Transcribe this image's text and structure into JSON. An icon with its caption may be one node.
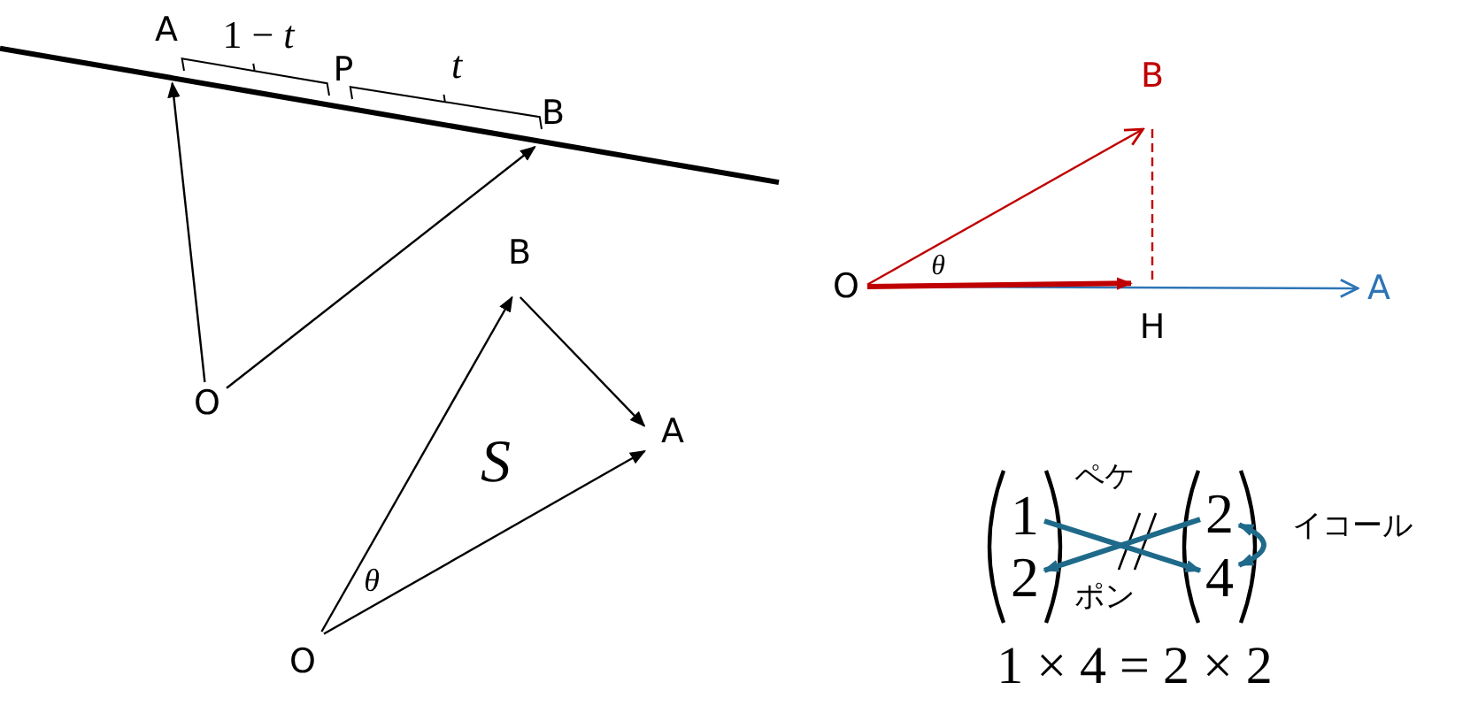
{
  "diagram": {
    "nodes": [
      {
        "text": [
          "A"
        ]
      },
      {
        "text": [
          "B"
        ]
      },
      {
        "text": [
          "O"
        ]
      },
      {
        "text": [
          "B"
        ]
      },
      {
        "text": [
          "A"
        ]
      },
      {
        "text": [
          "O"
        ]
      },
      {
        "text": [
          "B"
        ]
      },
      {
        "text": [
          "O"
        ]
      },
      {
        "text": [
          "H"
        ]
      },
      {
        "text": [
          "A"
        ]
      },
      {
        "text": [
          "1"
        ]
      },
      {
        "text": [
          "2"
        ]
      },
      {
        "text": [
          "2"
        ]
      },
      {
        "text": [
          "4"
        ]
      }
    ],
    "edges": [
      {
        "from": 0,
        "to": 1,
        "arrow": "none",
        "style": "thick"
      },
      {
        "from": 2,
        "to": 0,
        "arrow": "to"
      },
      {
        "from": 2,
        "to": 1,
        "arrow": "to"
      },
      {
        "from": 5,
        "to": 4,
        "arrow": "to"
      },
      {
        "from": 5,
        "to": 3,
        "arrow": "to"
      },
      {
        "from": 3,
        "to": 4,
        "arrow": "to"
      },
      {
        "from": 7,
        "to": 6,
        "arrow": "to",
        "color": "#c00000"
      },
      {
        "from": 7,
        "to": 9,
        "arrow": "to",
        "color": "#2e75b6"
      },
      {
        "from": 7,
        "to": 8,
        "arrow": "to",
        "style": "thick",
        "color": "#c00000"
      },
      {
        "from": 6,
        "to": 8,
        "arrow": "none",
        "style": "dashed",
        "color": "#c00000"
      },
      {
        "from": 10,
        "to": 13,
        "arrow": "to",
        "style": "thick",
        "color": "#1f6a8a"
      },
      {
        "from": 11,
        "to": 12,
        "arrow": "to",
        "style": "thick",
        "color": "#1f6a8a"
      },
      {
        "from": 11,
        "to": 13,
        "arrow": "both",
        "style": "thick",
        "color": "#1f6a8a"
      }
    ],
    "labels": [
      "1 − *t*",
      "P",
      "*t*",
      "*S*",
      "*θ*",
      "*θ*",
      "ペケ",
      "ポン",
      "イコール",
      "1 × 4 = 2 × 2"
    ]
  }
}
